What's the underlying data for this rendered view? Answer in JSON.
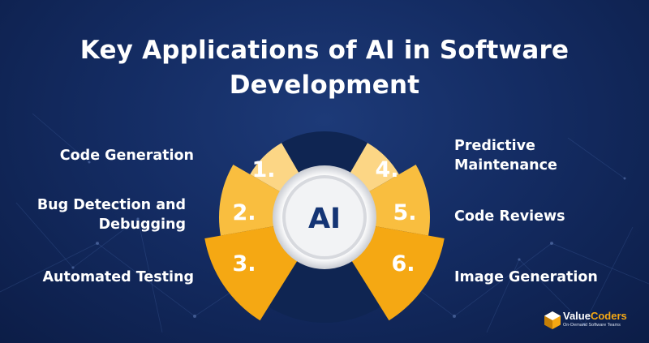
{
  "title": {
    "line1": "Key Applications of AI in Software",
    "line2": "Development"
  },
  "center": {
    "label": "AI"
  },
  "items": [
    {
      "number": "1.",
      "label_lines": [
        "Code Generation"
      ]
    },
    {
      "number": "2.",
      "label_lines": [
        "Bug Detection and",
        "Debugging"
      ]
    },
    {
      "number": "3.",
      "label_lines": [
        "Automated Testing"
      ]
    },
    {
      "number": "4.",
      "label_lines": [
        "Predictive",
        "Maintenance"
      ]
    },
    {
      "number": "5.",
      "label_lines": [
        "Code Reviews"
      ]
    },
    {
      "number": "6.",
      "label_lines": [
        "Image Generation"
      ]
    }
  ],
  "logo": {
    "name_part1": "Value",
    "name_part2": "Coders",
    "tagline": "On-Demand Software Teams"
  },
  "colors": {
    "background": "#142c63",
    "segment_light": "#fcd685",
    "segment_mid": "#f9be3f",
    "segment_dark": "#f5a813",
    "center_ring": "#d7d9de",
    "center_fill": "#f2f3f5",
    "center_text": "#143474",
    "logo_accent": "#f5a813"
  }
}
